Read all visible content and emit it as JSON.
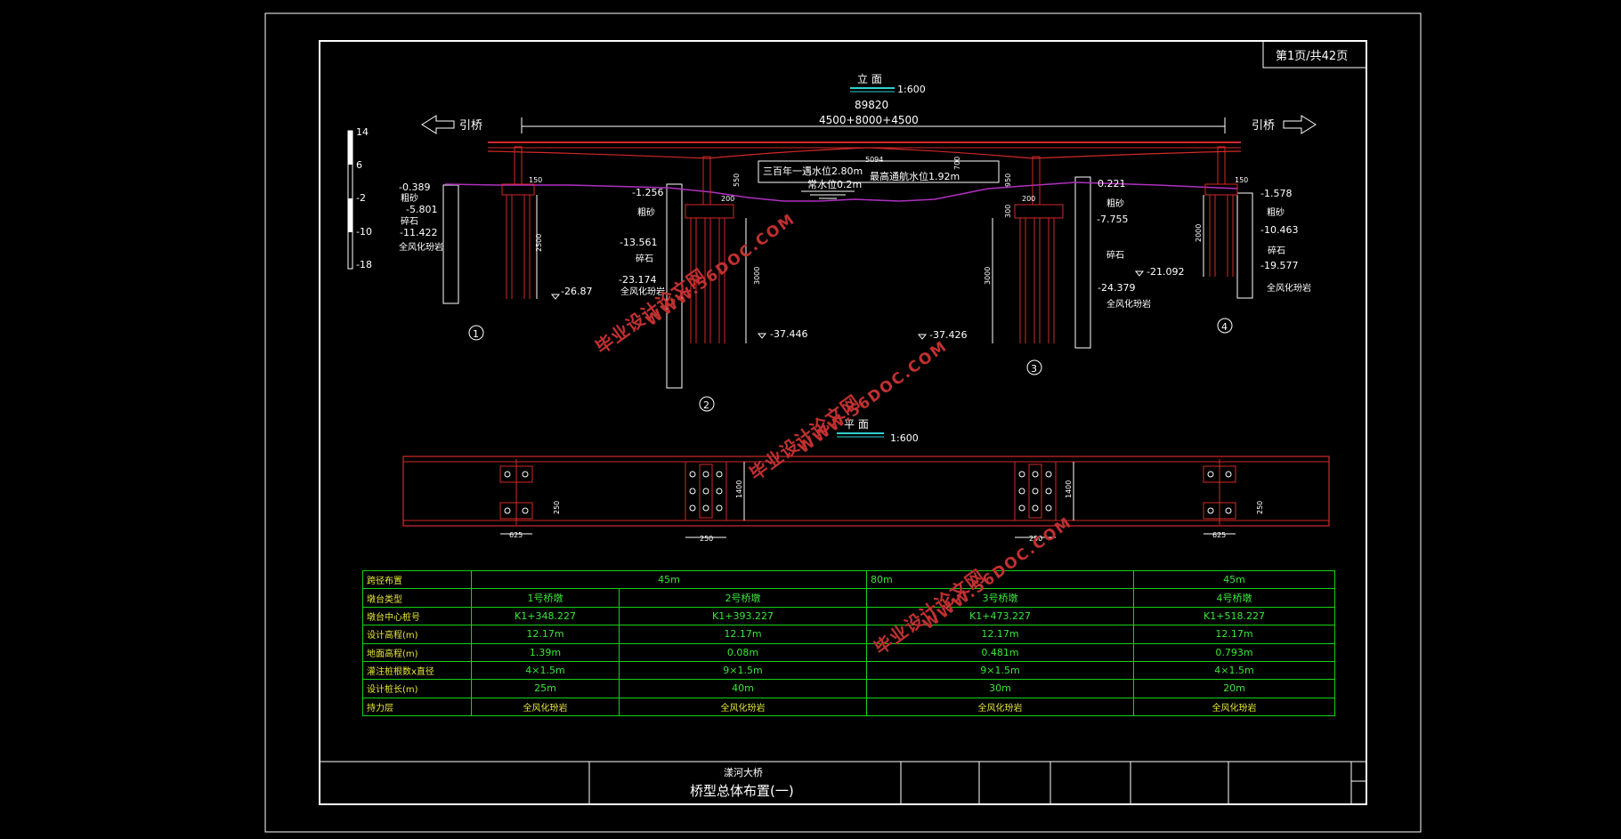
{
  "sheet": {
    "page_no": "第1页/共42页"
  },
  "elevation": {
    "title": "立 面",
    "scale": "1:600",
    "total_length": "89820",
    "span_combo": "4500+8000+4500",
    "approach_left": "引桥",
    "approach_right": "引桥",
    "dim_150_left": "150",
    "dim_150_right": "150",
    "dim_200_left": "200",
    "dim_200_right": "200",
    "dim_2500": "2500",
    "dim_3000_left": "3000",
    "dim_3000_right": "3000",
    "dim_2000": "2000",
    "dim_5094": "5094",
    "dim_700": "700",
    "dim_950": "950",
    "dim_550": "550",
    "dim_300": "300",
    "water_flood": "三百年一遇水位2.80m",
    "water_normal": "常水位0.2m",
    "water_nav": "最高通航水位1.92m",
    "scale_bar_labels": [
      "14",
      "6",
      "-2",
      "-10",
      "-18"
    ],
    "left_labels": [
      "-0.389",
      "粗砂",
      "-5.801",
      "碎石",
      "-11.422",
      "全风化玢岩"
    ],
    "pier2_labels": [
      "-1.256",
      "粗砂",
      "-13.561",
      "碎石",
      "-23.174",
      "全风化玢岩"
    ],
    "pier3_labels": [
      "0.221",
      "粗砂",
      "-7.755",
      "碎石",
      "-24.379",
      "全风化玢岩"
    ],
    "right_labels": [
      "-1.578",
      "粗砂",
      "-10.463",
      "碎石",
      "-19.577",
      "全风化玢岩"
    ],
    "tip_1": "-26.87",
    "tip_2": "-37.446",
    "tip_3": "-37.426",
    "tip_4": "-21.092",
    "pier_ids": [
      "1",
      "2",
      "3",
      "4"
    ]
  },
  "plan": {
    "title": "平 面",
    "scale": "1:600",
    "dim_625_left": "625",
    "dim_625_right": "625",
    "dim_250_left": "250",
    "dim_250_right": "250",
    "dim_1400_left": "1400",
    "dim_1400_right": "1400",
    "dim_250_v_left": "250",
    "dim_250_v_right": "250"
  },
  "table": {
    "rows": [
      {
        "label": "跨径布置",
        "cells": [
          "45m",
          "80m",
          "45m"
        ]
      },
      {
        "label": "墩台类型",
        "cells": [
          "1号桥墩",
          "2号桥墩",
          "3号桥墩",
          "4号桥墩"
        ]
      },
      {
        "label": "墩台中心桩号",
        "cells": [
          "K1+348.227",
          "K1+393.227",
          "K1+473.227",
          "K1+518.227"
        ]
      },
      {
        "label": "设计高程(m)",
        "cells": [
          "12.17m",
          "12.17m",
          "12.17m",
          "12.17m"
        ]
      },
      {
        "label": "地面高程(m)",
        "cells": [
          "1.39m",
          "0.08m",
          "0.481m",
          "0.793m"
        ]
      },
      {
        "label": "灌注桩根数x直径",
        "cells": [
          "4×1.5m",
          "9×1.5m",
          "9×1.5m",
          "4×1.5m"
        ]
      },
      {
        "label": "设计桩长(m)",
        "cells": [
          "25m",
          "40m",
          "30m",
          "20m"
        ]
      },
      {
        "label": "持力层",
        "cells": [
          "全风化玢岩",
          "全风化玢岩",
          "全风化玢岩",
          "全风化玢岩"
        ]
      }
    ]
  },
  "title_block": {
    "project": "漾河大桥",
    "drawing_name": "桥型总体布置(一)"
  },
  "watermark": {
    "site": "毕业设计论文网",
    "url": "WWW.56DOC.COM"
  },
  "colors": {
    "structure": "#d42828",
    "ground": "#b030c0",
    "table_line": "#18d018",
    "text_white": "#ffffff"
  }
}
